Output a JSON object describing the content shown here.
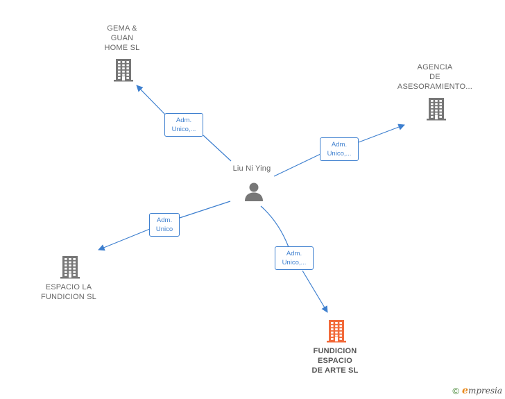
{
  "center": {
    "label": "Liu Ni Ying",
    "icon": "person-icon"
  },
  "companies": [
    {
      "id": "gema",
      "lines": [
        "GEMA &",
        "GUAN",
        "HOME SL"
      ],
      "icon": "building-icon",
      "color": "#777777",
      "highlight": false
    },
    {
      "id": "agencia",
      "lines": [
        "AGENCIA",
        "DE",
        "ASESORAMIENTO..."
      ],
      "icon": "building-icon",
      "color": "#777777",
      "highlight": false
    },
    {
      "id": "espacio",
      "lines": [
        "ESPACIO LA",
        "FUNDICION  SL"
      ],
      "icon": "building-icon",
      "color": "#777777",
      "highlight": false
    },
    {
      "id": "fundicion",
      "lines": [
        "FUNDICION",
        "ESPACIO",
        "DE ARTE  SL"
      ],
      "icon": "building-icon",
      "color": "#f26a3a",
      "highlight": true
    }
  ],
  "edges": [
    {
      "to": "gema",
      "lines": [
        "Adm.",
        "Unico,..."
      ]
    },
    {
      "to": "agencia",
      "lines": [
        "Adm.",
        "Unico,..."
      ]
    },
    {
      "to": "espacio",
      "lines": [
        "Adm.",
        "Unico"
      ]
    },
    {
      "to": "fundicion",
      "lines": [
        "Adm.",
        "Unico,..."
      ]
    }
  ],
  "colors": {
    "edge": "#3d7fcf",
    "node": "#777777",
    "highlight": "#f26a3a"
  },
  "footer": {
    "copyright": "©",
    "brand_initial": "e",
    "brand_rest": "mpresia"
  }
}
